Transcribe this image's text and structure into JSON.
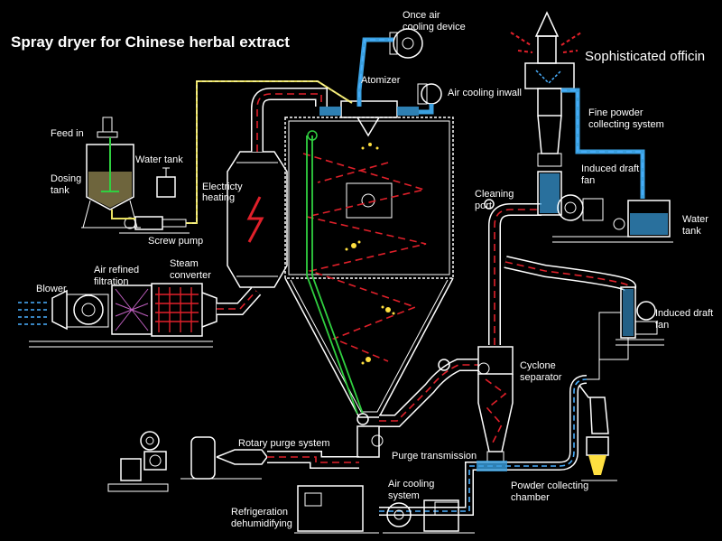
{
  "title": "Spray dryer for Chinese herbal extract",
  "watermark": "Sophisticated officin",
  "colors": {
    "background": "#000000",
    "line": "#ffffff",
    "hot_air": "#e0202a",
    "cooling_air": "#3aa0e0",
    "feed": "#e8e060",
    "product": "#30d040"
  },
  "labels": {
    "once_air_cooling": [
      "Once air",
      "cooling device"
    ],
    "atomizer": "Atomizer",
    "air_cooling_inwall": "Air cooling inwall",
    "fine_powder": [
      "Fine powder",
      "collecting system"
    ],
    "feed_in": "Feed in",
    "dosing_tank": [
      "Dosing",
      "tank"
    ],
    "water_tank_left": "Water tank",
    "electricity_heating": [
      "Electricty",
      "heating"
    ],
    "screw_pump": "Screw pump",
    "induced_draft_fan_top": [
      "Induced draft",
      "fan"
    ],
    "cleaning_port": [
      "Cleaning",
      "port"
    ],
    "water_tank_right": [
      "Water",
      "tank"
    ],
    "blower": "Blower",
    "air_refined": [
      "Air refined",
      "filtration"
    ],
    "steam_converter": [
      "Steam",
      "converter"
    ],
    "induced_draft_fan_mid": [
      "Induced draft",
      "fan"
    ],
    "cyclone_separator": [
      "Cyclone",
      "separator"
    ],
    "rotary_purge": "Rotary purge system",
    "purge_transmission": "Purge transmission",
    "air_cooling_system": [
      "Air cooling",
      "system"
    ],
    "powder_collecting": [
      "Powder collecting",
      "chamber"
    ],
    "refrigeration": [
      "Refrigeration",
      "dehumidifying"
    ]
  }
}
